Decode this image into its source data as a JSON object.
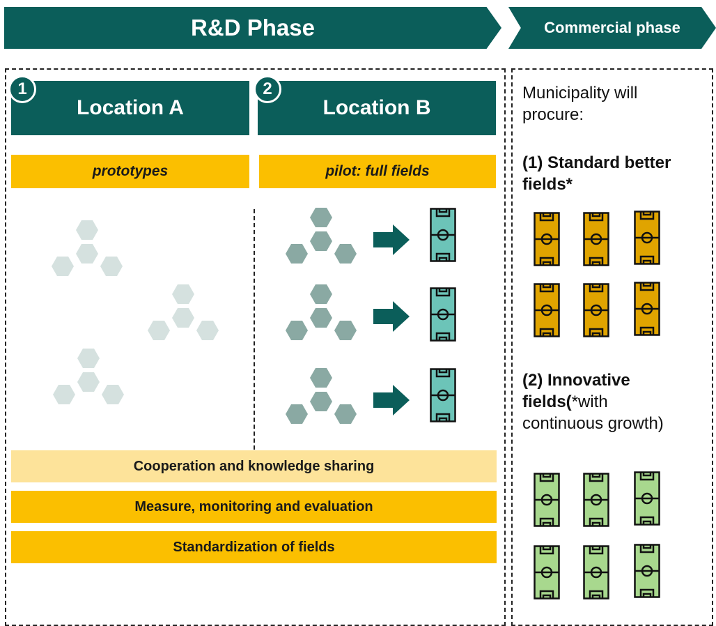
{
  "banners": {
    "rd_phase": "R&D Phase",
    "commercial_phase": "Commercial phase"
  },
  "locations": [
    {
      "number": "1",
      "title": "Location A",
      "subtitle": "prototypes"
    },
    {
      "number": "2",
      "title": "Location B",
      "subtitle": "pilot: full fields"
    }
  ],
  "bars": {
    "cooperation": "Cooperation and knowledge sharing",
    "measure": "Measure, monitoring and evaluation",
    "standardization": "Standardization of fields"
  },
  "commercial": {
    "intro": "Municipality will procure:",
    "option1": "(1) Standard better fields*",
    "option2_bold": "(2) Innovative fields(",
    "option2_rest": "*with continuous growth)"
  },
  "colors": {
    "banner": "#0b5e5a",
    "gold": "#fbbf00",
    "light_gold": "#fde39a",
    "hex_faded": "#d5e1df",
    "hex_dark": "#8aa9a3",
    "field_teal": "#6cc4b8",
    "field_orange": "#e0a400",
    "field_green": "#a8d88e"
  },
  "icons": [
    "hexagon-cluster-icon",
    "arrow-right-icon",
    "soccer-field-icon"
  ]
}
